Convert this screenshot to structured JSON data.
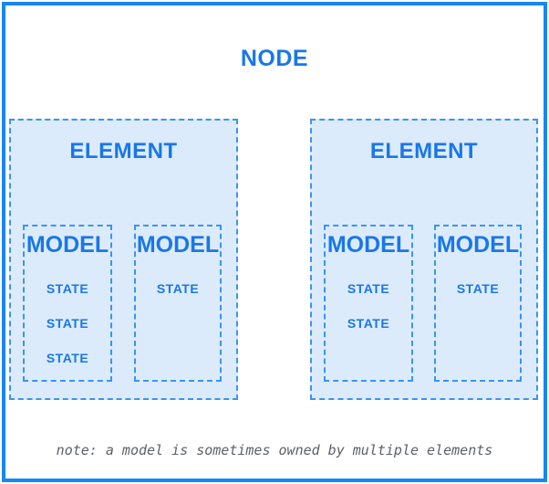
{
  "node": {
    "label": "NODE"
  },
  "elements": [
    {
      "label": "ELEMENT",
      "models": [
        {
          "label": "MODEL",
          "states": [
            "STATE",
            "STATE",
            "STATE"
          ]
        },
        {
          "label": "MODEL",
          "states": [
            "STATE"
          ]
        }
      ]
    },
    {
      "label": "ELEMENT",
      "models": [
        {
          "label": "MODEL",
          "states": [
            "STATE",
            "STATE"
          ]
        },
        {
          "label": "MODEL",
          "states": [
            "STATE"
          ]
        }
      ]
    }
  ],
  "note": {
    "text": "note: a model is sometimes owned by multiple elements"
  },
  "colors": {
    "solid_border": "#1787f4",
    "dashed_border": "#3994f4",
    "text_blue": "#1877e9",
    "fill_light_blue": "#dcebfc",
    "note_gray": "#5c6066"
  }
}
